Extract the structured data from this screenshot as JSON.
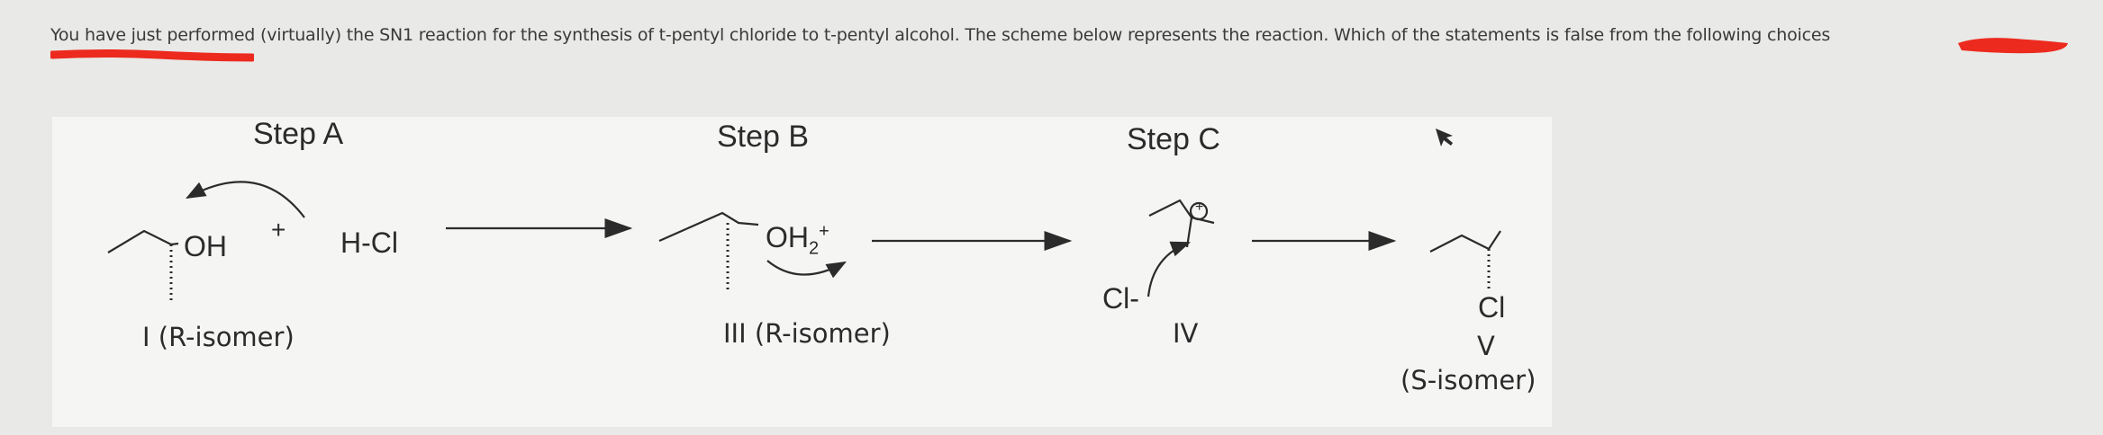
{
  "question": "You have just performed (virtually) the SN1 reaction for the synthesis of t-pentyl chloride to t-pentyl alcohol. The scheme below represents the reaction. Which of the statements is false from the following choices",
  "scheme": {
    "step_a": "Step A",
    "step_b": "Step B",
    "step_c": "Step C",
    "plus": "+",
    "oh": "OH",
    "hcl": "H-Cl",
    "oh2": "OH",
    "oh2_sub": "2",
    "oh2_sup": "+",
    "cl_minus": "Cl-",
    "cl_product": "Cl",
    "label_i": "I (R-isomer)",
    "label_iii": "III (R-isomer)",
    "label_iv": "IV",
    "label_v": "V",
    "label_v_isomer": "(S-isomer)",
    "carbocation_charge": "+"
  },
  "colors": {
    "redaction": "#ec2a1e",
    "background": "#e9e9e7",
    "scheme_background": "#f5f5f4"
  }
}
